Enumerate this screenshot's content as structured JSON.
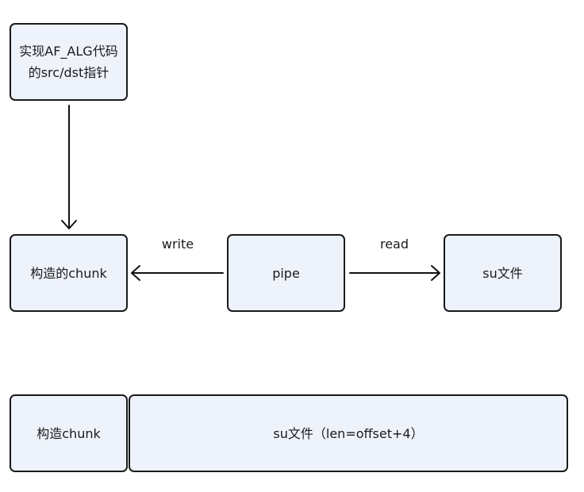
{
  "nodes": {
    "af_alg": {
      "line1": "实现AF_ALG代码",
      "line2": "的src/dst指针"
    },
    "chunk": {
      "label": "构造的chunk"
    },
    "pipe": {
      "label": "pipe"
    },
    "su_file": {
      "label": "su文件"
    },
    "chunk_bottom": {
      "label": "构造chunk"
    },
    "su_file_bottom": {
      "label": "su文件（len=offset+4）"
    }
  },
  "edges": {
    "write": {
      "label": "write"
    },
    "read": {
      "label": "read"
    }
  }
}
